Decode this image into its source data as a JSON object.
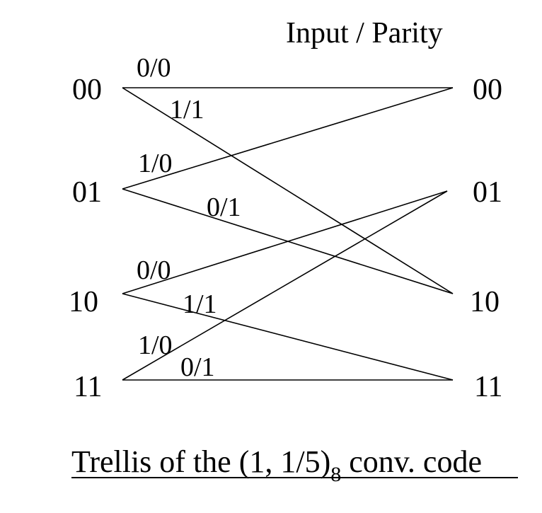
{
  "header": "Input / Parity",
  "left_states": [
    "00",
    "01",
    "10",
    "11"
  ],
  "right_states": [
    "00",
    "01",
    "10",
    "11"
  ],
  "edge_labels": {
    "s00_to_00": "0/0",
    "s00_to_10": "1/1",
    "s01_to_00": "1/0",
    "s01_to_10": "0/1",
    "s10_to_01": "0/0",
    "s10_to_11": "1/1",
    "s11_to_01": "1/0",
    "s11_to_11": "0/1"
  },
  "caption": {
    "main": "Trellis of the (1, 1/5)",
    "subscript": "8",
    "suffix": " conv. code"
  }
}
